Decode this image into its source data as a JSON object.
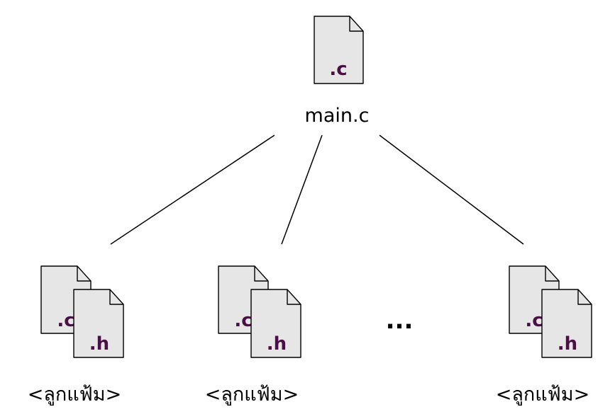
{
  "root": {
    "label": "main.c",
    "ext": ".c"
  },
  "modules": [
    {
      "label": "<ลูกแฟ้ม>",
      "ext_c": ".c",
      "ext_h": ".h"
    },
    {
      "label": "<ลูกแฟ้ม>",
      "ext_c": ".c",
      "ext_h": ".h"
    },
    {
      "label": "<ลูกแฟ้ม>",
      "ext_c": ".c",
      "ext_h": ".h"
    }
  ],
  "ellipsis": "...",
  "colors": {
    "file_fill": "#e6e6e6",
    "extension_text": "#4a0f45",
    "line": "#000000"
  }
}
